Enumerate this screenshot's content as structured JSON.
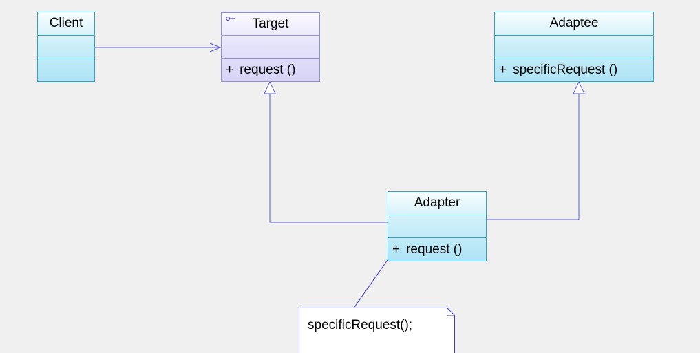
{
  "classes": {
    "client": {
      "name": "Client",
      "operation": {
        "visibility": "",
        "signature": ""
      }
    },
    "target": {
      "name": "Target",
      "stereotype_icon": "interface-lollipop-icon",
      "operation": {
        "visibility": "+",
        "signature": "request ()"
      }
    },
    "adaptee": {
      "name": "Adaptee",
      "operation": {
        "visibility": "+",
        "signature": "specificRequest ()"
      }
    },
    "adapter": {
      "name": "Adapter",
      "operation": {
        "visibility": "+",
        "signature": "request ()"
      }
    }
  },
  "note": {
    "text": "specificRequest();"
  },
  "relationships": [
    {
      "from": "Client",
      "to": "Target",
      "kind": "association",
      "arrow": "open"
    },
    {
      "from": "Adapter",
      "to": "Target",
      "kind": "realization",
      "arrow": "hollow-triangle"
    },
    {
      "from": "Adapter",
      "to": "Adaptee",
      "kind": "generalization",
      "arrow": "hollow-triangle"
    },
    {
      "from": "note",
      "to": "Adapter.request",
      "kind": "note-link",
      "arrow": "none"
    }
  ],
  "colors": {
    "class_border": "#2aa3c6",
    "interface_border": "#8f8fd6",
    "connector": "#5a5ad8",
    "note_border": "#3a3ad0",
    "background": "#f0f0f0"
  }
}
